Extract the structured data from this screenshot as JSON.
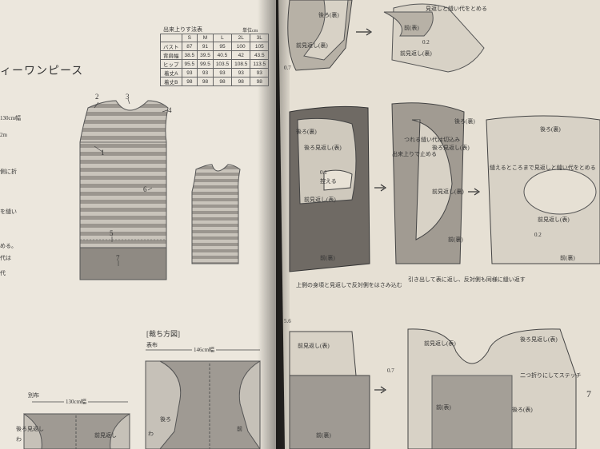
{
  "left_page": {
    "title_fragment": "ィーワンピース",
    "size_table": {
      "title": "出来上りす法表",
      "unit": "単位cm",
      "headers": [
        "",
        "S",
        "M",
        "L",
        "2L",
        "3L"
      ],
      "rows": [
        [
          "バスト",
          "87",
          "91",
          "95",
          "100",
          "105"
        ],
        [
          "背肩幅",
          "38.5",
          "39.5",
          "40.5",
          "42",
          "43.5"
        ],
        [
          "ヒップ",
          "95.5",
          "99.5",
          "103.5",
          "108.5",
          "113.5"
        ],
        [
          "着丈A",
          "93",
          "93",
          "93",
          "93",
          "93"
        ],
        [
          "着丈B",
          "98",
          "98",
          "98",
          "98",
          "98"
        ]
      ]
    },
    "margin_notes": [
      "130cm幅",
      "2m",
      "側に折",
      "を縫い",
      "める。",
      "代は",
      "代"
    ],
    "dress_callouts": [
      "1",
      "2",
      "3",
      "4",
      "5",
      "6",
      "7"
    ],
    "cutting_diagram_title": "[裁ち方図]",
    "omote_label": "表布",
    "omote_width": "146cm幅",
    "betsu_label": "別布",
    "betsu_width": "130cm幅",
    "piece_labels": [
      "後ろ",
      "前",
      "わ",
      "後ろ見返し",
      "前見返し",
      "わ"
    ]
  },
  "right_page": {
    "top_labels": [
      "後ろ(裏)",
      "見返しと縫い代をとめる",
      "前(表)",
      "0.2",
      "前見返し(裏)",
      "前見返し(裏)",
      "0.7"
    ],
    "mid_labels": [
      "後ろ(裏)",
      "後ろ見返し(表)",
      "0.1",
      "控える",
      "前見返し(表)",
      "前(裏)",
      "後ろ(裏)",
      "つれる縫い代は切込み",
      "出来上りで止める",
      "後ろ見返し(表)",
      "前見返し(裏)",
      "前(裏)",
      "後ろ(裏)",
      "縫えるところまで見返しと縫い代をとめる",
      "0.2",
      "前見返し(表)",
      "前(裏)"
    ],
    "bottom_notes": [
      "上側の身頃と見返しで反対側をはさみ込む",
      "引き出して表に返し、反対側も同様に縫い返す"
    ],
    "bottom_labels": [
      "5.6",
      "前見返し(表)",
      "前(裏)",
      "0.7",
      "前見返し(表)",
      "後ろ見返し(表)",
      "二つ折りにしてステッチ",
      "後ろ(表)",
      "前(表)"
    ],
    "page_number": "7"
  }
}
